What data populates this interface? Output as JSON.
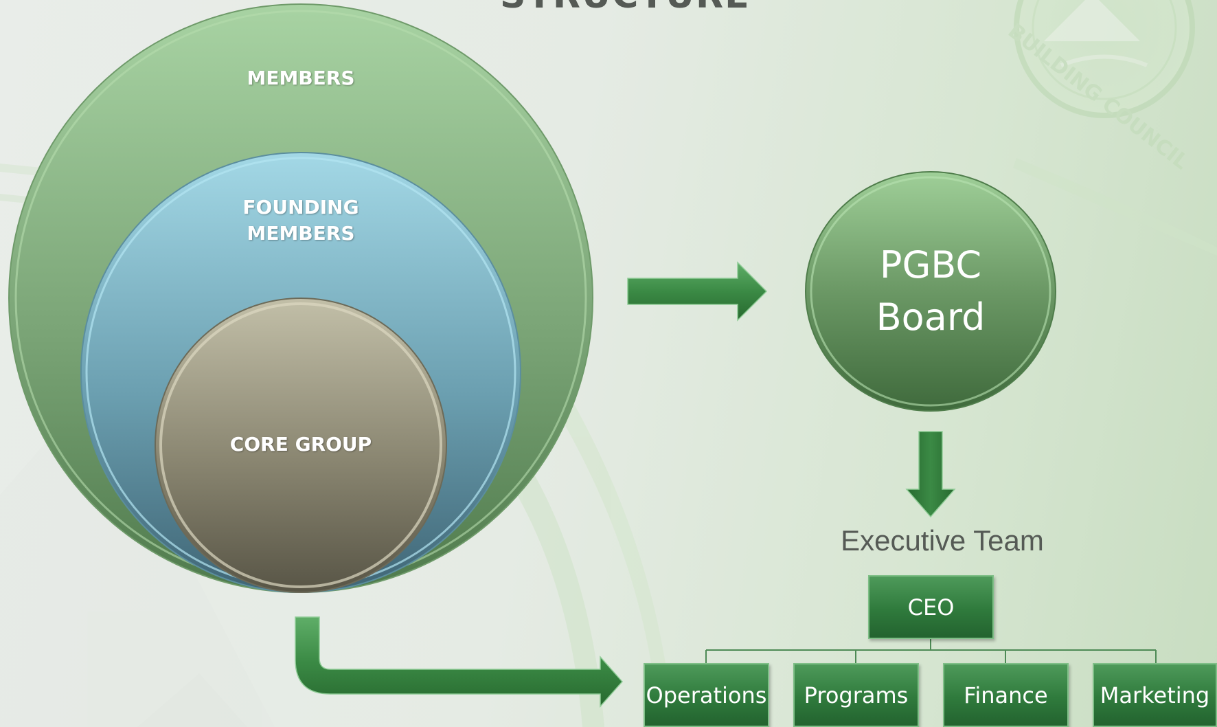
{
  "title": "STRUCTURE",
  "watermark": {
    "text": "BUILDING COUNCIL"
  },
  "nested_circles": {
    "outer": "MEMBERS",
    "middle_line1": "FOUNDING",
    "middle_line2": "MEMBERS",
    "inner": "CORE GROUP"
  },
  "board": {
    "line1": "PGBC",
    "line2": "Board"
  },
  "executive_team_label": "Executive Team",
  "org_chart": {
    "ceo": "CEO",
    "departments": [
      "Operations",
      "Programs",
      "Finance",
      "Marketing"
    ]
  },
  "colors": {
    "members_green": "#7fa97a",
    "founding_blue": "#6aa2b4",
    "core_taupe": "#8d8a72",
    "arrow_green": "#3d8a47",
    "box_green": "#2f7a3c"
  }
}
